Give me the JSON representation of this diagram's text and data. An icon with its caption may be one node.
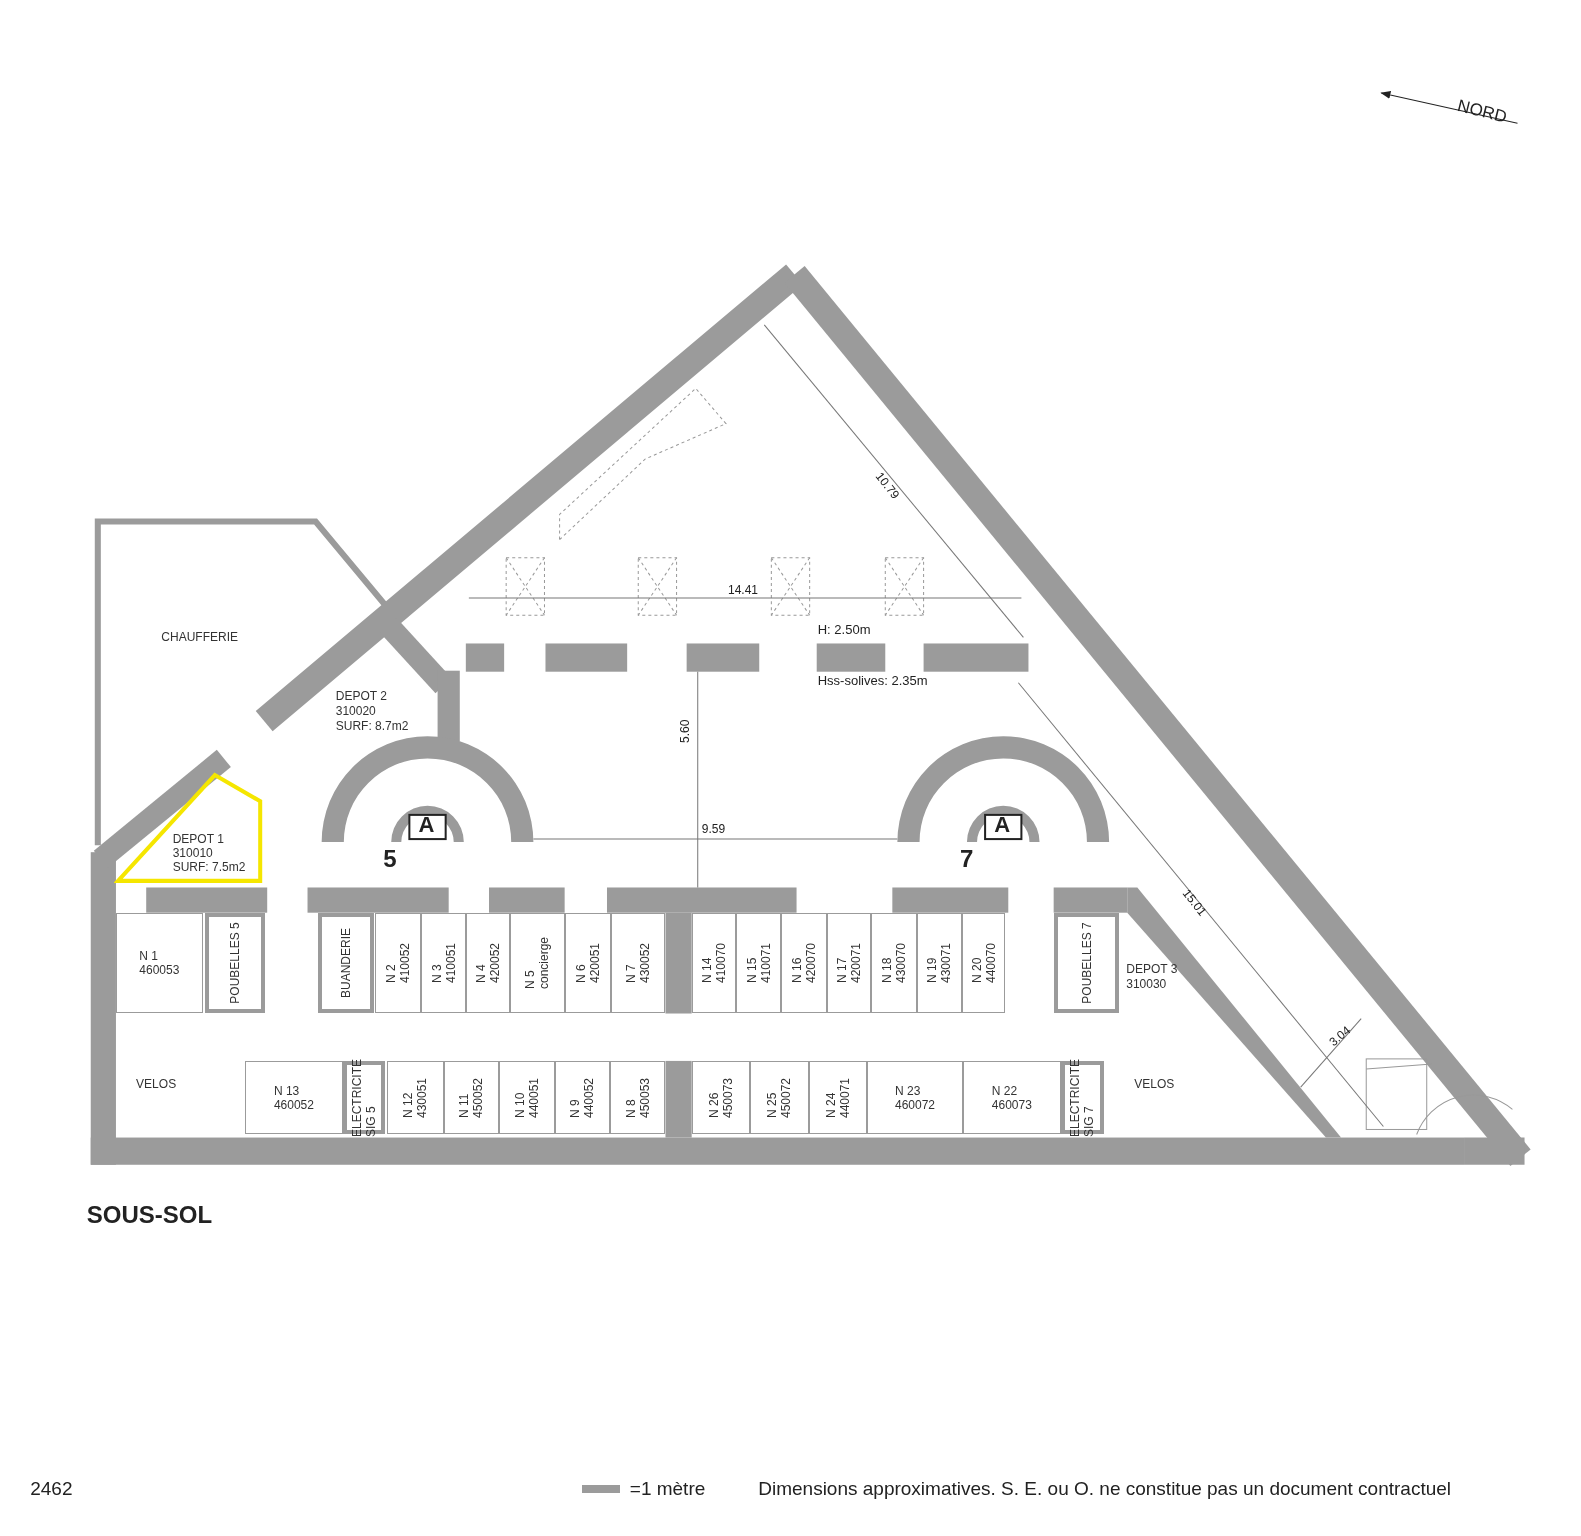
{
  "diagram": {
    "title": "SOUS-SOL",
    "nodes": [
      {
        "text": [
          "CHAUFFERIE"
        ]
      },
      {
        "text": [
          "DEPOT 2",
          "310020",
          "SURF: 8.7m2"
        ]
      },
      {
        "text": [
          "DEPOT 1",
          "310010",
          "SURF: 7.5m2"
        ]
      },
      {
        "text": [
          "N 1",
          "460053"
        ]
      },
      {
        "text": [
          "POUBELLES 5"
        ]
      },
      {
        "text": [
          "BUANDERIE"
        ]
      },
      {
        "text": [
          "N 2",
          "410052"
        ]
      },
      {
        "text": [
          "N 3",
          "410051"
        ]
      },
      {
        "text": [
          "N 4",
          "420052"
        ]
      },
      {
        "text": [
          "N 5",
          "concierge"
        ]
      },
      {
        "text": [
          "N 6",
          "420051"
        ]
      },
      {
        "text": [
          "N 7",
          "430052"
        ]
      },
      {
        "text": [
          "N 14",
          "410070"
        ]
      },
      {
        "text": [
          "N 15",
          "410071"
        ]
      },
      {
        "text": [
          "N 16",
          "420070"
        ]
      },
      {
        "text": [
          "N 17",
          "420071"
        ]
      },
      {
        "text": [
          "N 18",
          "430070"
        ]
      },
      {
        "text": [
          "N 19",
          "430071"
        ]
      },
      {
        "text": [
          "N 20",
          "440070"
        ]
      },
      {
        "text": [
          "POUBELLES 7"
        ]
      },
      {
        "text": [
          "DEPOT 3",
          "310030"
        ]
      },
      {
        "text": [
          "VELOS"
        ]
      },
      {
        "text": [
          "N 13",
          "460052"
        ]
      },
      {
        "text": [
          "ELECTRICITE",
          "SIG 5"
        ]
      },
      {
        "text": [
          "N 12",
          "430051"
        ]
      },
      {
        "text": [
          "N 11",
          "450052"
        ]
      },
      {
        "text": [
          "N 10",
          "440051"
        ]
      },
      {
        "text": [
          "N 9",
          "440052"
        ]
      },
      {
        "text": [
          "N 8",
          "450053"
        ]
      },
      {
        "text": [
          "N 26",
          "450073"
        ]
      },
      {
        "text": [
          "N 25",
          "450072"
        ]
      },
      {
        "text": [
          "N 24",
          "440071"
        ]
      },
      {
        "text": [
          "N 23",
          "460072"
        ]
      },
      {
        "text": [
          "N 22",
          "460073"
        ]
      },
      {
        "text": [
          "ELECTRICITE",
          "SIG 7"
        ]
      },
      {
        "text": [
          "VELOS"
        ]
      }
    ],
    "labels": [
      "NORD",
      "10.79",
      "14.41",
      "H: 2.50m",
      "Hss-solives: 2.35m",
      "5.60",
      "A",
      "9.59",
      "A",
      "5",
      "7",
      "15.01",
      "3.04",
      "2462",
      "Dimensions approximatives. S. E. ou O. ne constitue pas un document contractuel"
    ],
    "legend": [
      {
        "text": "=1 mètre",
        "color": "#9b9b9b"
      }
    ]
  }
}
